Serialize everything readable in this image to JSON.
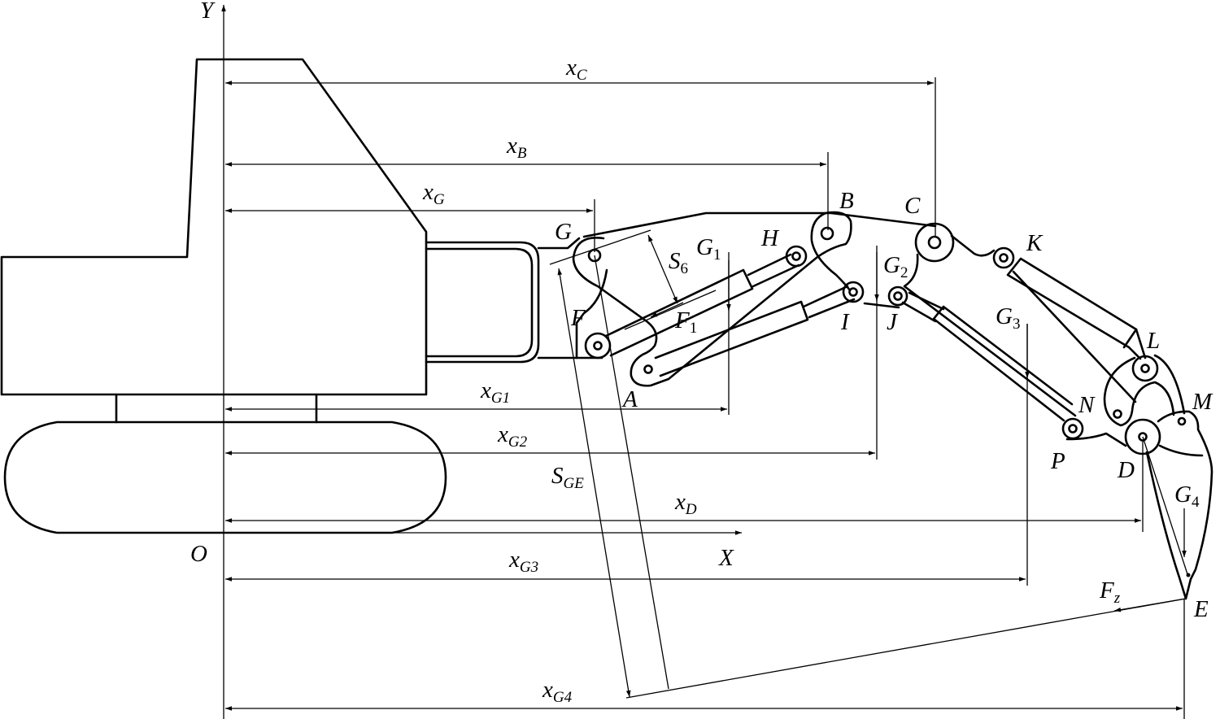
{
  "diagram": {
    "title": "Excavator working device force analysis schematic",
    "axes": {
      "x_label": "X",
      "y_label": "Y",
      "origin_label": "O"
    },
    "points": {
      "G": "G",
      "F": "F",
      "A": "A",
      "H": "H",
      "B": "B",
      "I": "I",
      "J": "J",
      "C": "C",
      "K": "K",
      "L": "L",
      "N": "N",
      "P": "P",
      "M": "M",
      "D": "D",
      "E": "E"
    },
    "dimensions": {
      "xC": {
        "main": "x",
        "sub": "C"
      },
      "xB": {
        "main": "x",
        "sub": "B"
      },
      "xG": {
        "main": "x",
        "sub": "G"
      },
      "xG1": {
        "main": "x",
        "sub": "G1"
      },
      "xG2": {
        "main": "x",
        "sub": "G2"
      },
      "xD": {
        "main": "x",
        "sub": "D"
      },
      "xG3": {
        "main": "x",
        "sub": "G3"
      },
      "xG4": {
        "main": "x",
        "sub": "G4"
      },
      "S6": {
        "main": "S",
        "sub": "6"
      },
      "SGE": {
        "main": "S",
        "sub": "GE"
      }
    },
    "forces": {
      "F1": {
        "main": "F",
        "sub": "1"
      },
      "Fz": {
        "main": "F",
        "sub": "z"
      }
    },
    "gravity_centers": {
      "G1": {
        "main": "G",
        "sub": "1"
      },
      "G2": {
        "main": "G",
        "sub": "2"
      },
      "G3": {
        "main": "G",
        "sub": "3"
      },
      "G4": {
        "main": "G",
        "sub": "4"
      }
    }
  }
}
